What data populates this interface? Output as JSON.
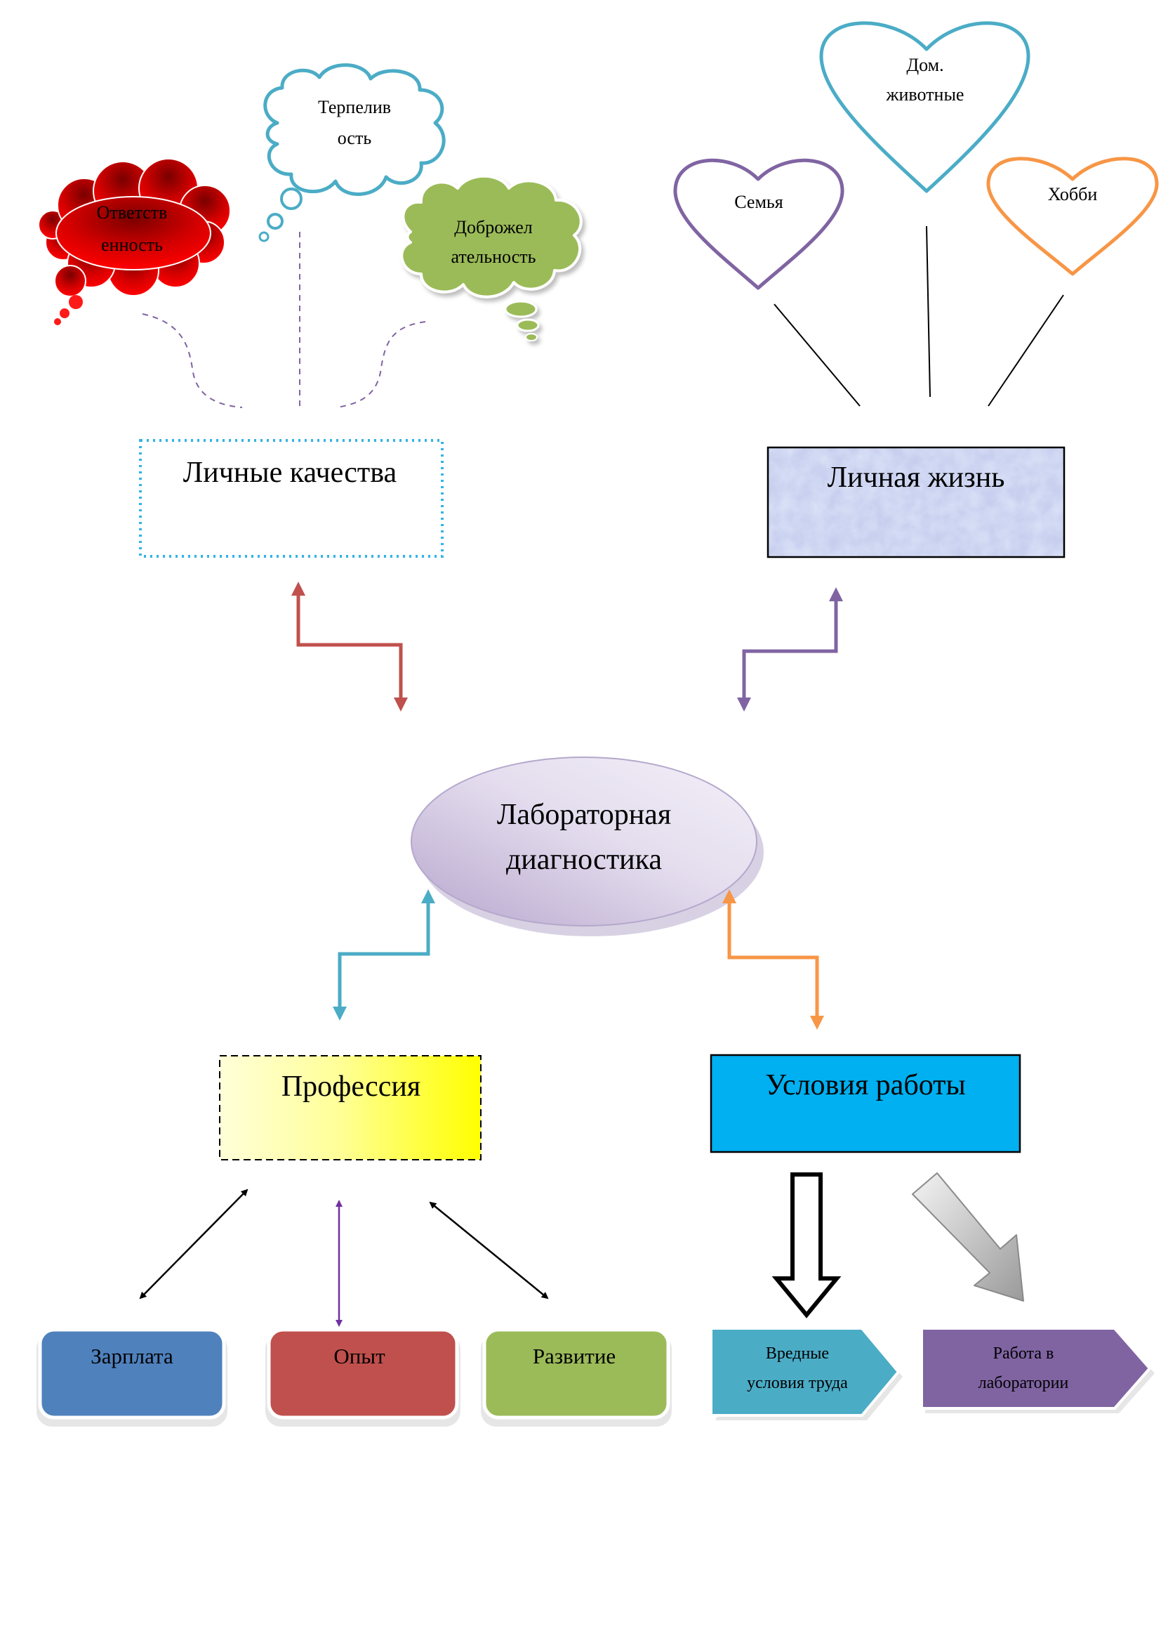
{
  "center": {
    "line1": "Лабораторная",
    "line2": "диагностика"
  },
  "personal_qualities": {
    "title": "Личные качества",
    "items": [
      {
        "line1": "Ответств",
        "line2": "енность"
      },
      {
        "line1": "Терпелив",
        "line2": "ость"
      },
      {
        "line1": "Доброжел",
        "line2": "ательность"
      }
    ]
  },
  "personal_life": {
    "title": "Личная жизнь",
    "items": [
      {
        "line1": "Семья",
        "line2": ""
      },
      {
        "line1": "Дом.",
        "line2": "животные"
      },
      {
        "line1": "Хобби",
        "line2": ""
      }
    ]
  },
  "profession": {
    "title": "Профессия",
    "items": [
      "Зарплата",
      "Опыт",
      "Развитие"
    ]
  },
  "work_conditions": {
    "title": "Условия работы",
    "items": [
      {
        "line1": "Вредные",
        "line2": "условия труда"
      },
      {
        "line1": "Работа в",
        "line2": "лаборатории"
      }
    ]
  },
  "colors": {
    "red_arrow": "#c0504d",
    "purple_arrow": "#8064a2",
    "blue_arrow": "#4bacc6",
    "orange_arrow": "#f79646",
    "pq_border": "#33b3e6",
    "cloud_blue_stroke": "#4bacc6",
    "heart_purple": "#8064a2",
    "heart_blue": "#4bacc6",
    "heart_orange": "#f79646",
    "salary": "#4f81bd",
    "experience": "#c0504d",
    "development": "#9bbb59",
    "work_conditions_fill": "#00b0f0"
  }
}
